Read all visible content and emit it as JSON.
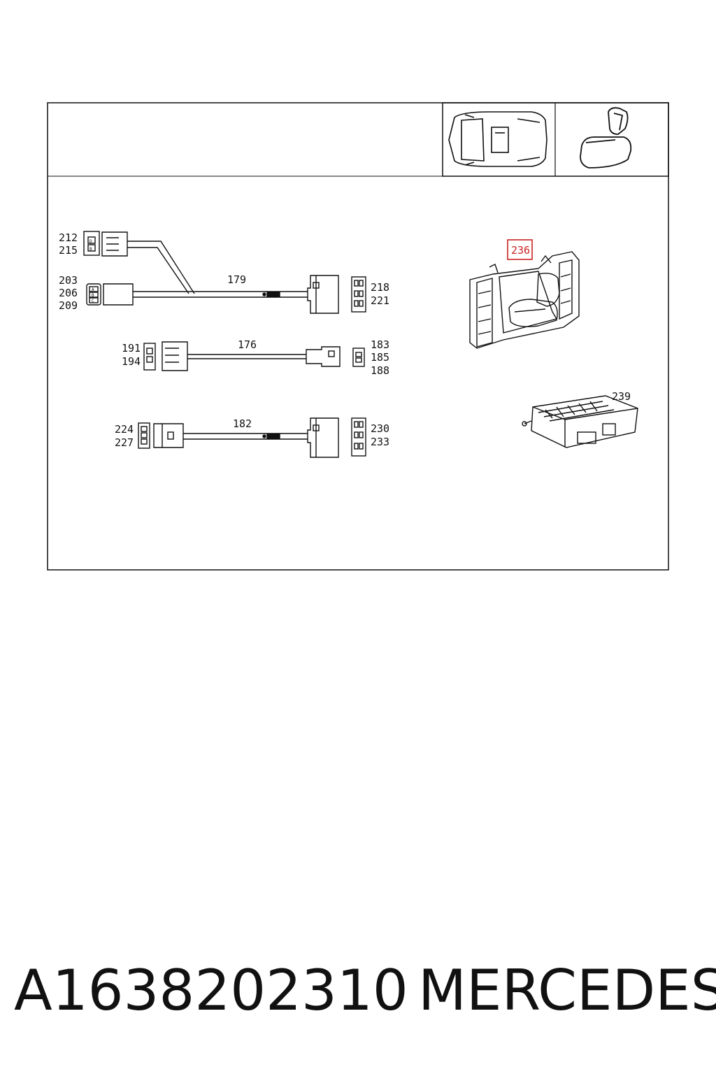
{
  "labels": {
    "c212": "212",
    "c215": "215",
    "c203": "203",
    "c206": "206",
    "c209": "209",
    "c179": "179",
    "c218": "218",
    "c221": "221",
    "c191": "191",
    "c194": "194",
    "c176": "176",
    "c183": "183",
    "c185": "185",
    "c188": "188",
    "c224": "224",
    "c227": "227",
    "c182": "182",
    "c230": "230",
    "c233": "233",
    "c236": "236",
    "c239": "239"
  },
  "pins": {
    "a": "A",
    "b": "B",
    "c": "C",
    "d": "D",
    "b2": "B"
  },
  "footer": {
    "part_number": "A1638202310",
    "brand": "MERCEDES"
  },
  "colors": {
    "highlight": "#cc2222",
    "line": "#111111"
  }
}
